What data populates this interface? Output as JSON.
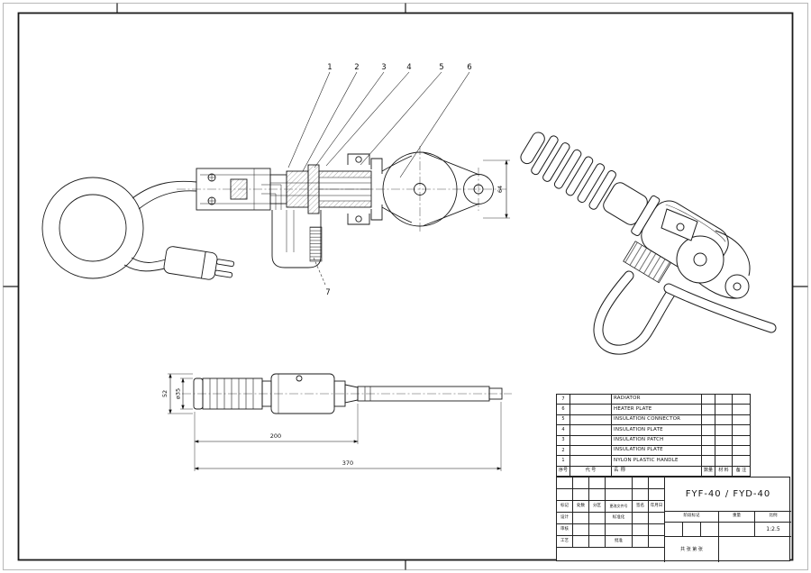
{
  "callouts": [
    "1",
    "2",
    "3",
    "4",
    "5",
    "6",
    "7"
  ],
  "dimensions": {
    "head_height": "64",
    "barrel_width": "52",
    "barrel_dia": "ø35",
    "heater_length": "200",
    "total_length": "370"
  },
  "parts_table": {
    "header": {
      "no": "序号",
      "code": "代 号",
      "name": "名 称",
      "qty": "数量",
      "material": "材 料",
      "remark": "备 注"
    },
    "rows": [
      {
        "no": "7",
        "name": "RADIATOR"
      },
      {
        "no": "6",
        "name": "HEATER PLATE"
      },
      {
        "no": "5",
        "name": "INSULATION CONNECTOR"
      },
      {
        "no": "4",
        "name": "INSULATION PLATE"
      },
      {
        "no": "3",
        "name": "INSULATION PATCH"
      },
      {
        "no": "2",
        "name": "INSULATION PLATE"
      },
      {
        "no": "1",
        "name": "NYLON PLASTIC HANDLE"
      }
    ]
  },
  "title_block": {
    "product": "FYF-40 / FYD-40",
    "rev_header": {
      "mark": "标记",
      "count": "处数",
      "zone": "分区",
      "doc_no": "更改文件号",
      "sign": "签名",
      "date": "年月日"
    },
    "roles": {
      "design": "设计",
      "check": "审核",
      "craft": "工艺",
      "standard": "标准化",
      "approve": "批准"
    },
    "stage_label": "阶段标记",
    "weight_label": "重量",
    "scale_label": "比例",
    "scale_value": "1:2.5",
    "sheet_info": "共 张 第 张"
  }
}
